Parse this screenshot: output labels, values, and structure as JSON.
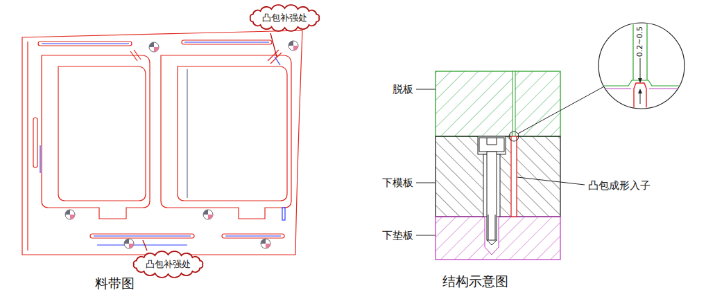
{
  "diagram": {
    "nodes": [
      {
        "text": [
          "凸包补强处"
        ]
      },
      {
        "text": [
          "凸包补强处"
        ]
      }
    ],
    "labels": [
      "料带图",
      "脱板",
      "下模板",
      "下垫板",
      "0.2~0.5",
      "凸包成形入子",
      "结构示意图"
    ]
  }
}
